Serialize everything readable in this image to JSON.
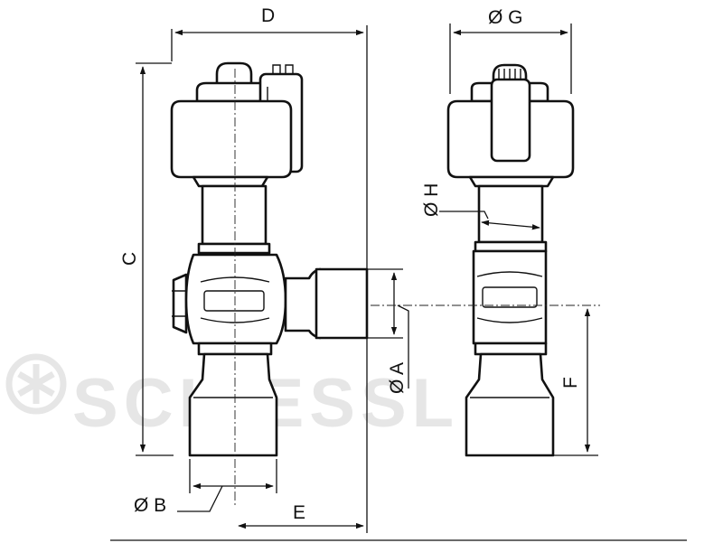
{
  "watermark": {
    "text": "SCHIESSL",
    "color": "#e6e6e6"
  },
  "labels": {
    "D": "D",
    "G": "Ø G",
    "H": "Ø H",
    "C": "C",
    "A": "Ø A",
    "F": "F",
    "B": "Ø B",
    "E": "E"
  },
  "icons": {
    "watermark_logo": "snowflake-logo-icon"
  }
}
